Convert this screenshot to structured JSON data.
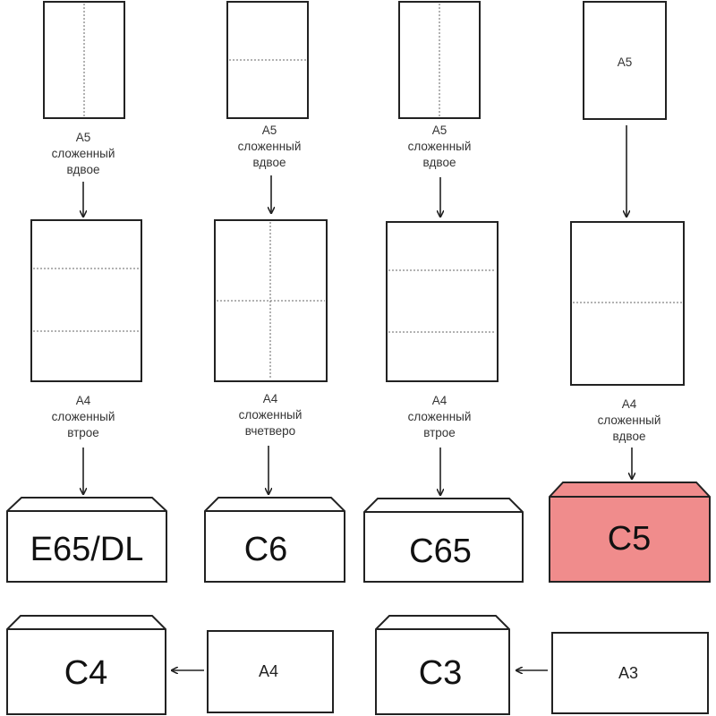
{
  "columns": [
    {
      "top_sheet": {
        "label": "",
        "caption": [
          "A5",
          "сложенный",
          "вдвое"
        ]
      },
      "mid_sheet": {
        "caption": [
          "A4",
          "сложенный",
          "втрое"
        ]
      },
      "envelope": {
        "label": "E65/DL",
        "color": "#ffffff"
      }
    },
    {
      "top_sheet": {
        "label": "",
        "caption": [
          "A5",
          "сложенный",
          "вдвое"
        ]
      },
      "mid_sheet": {
        "caption": [
          "A4",
          "сложенный",
          "вчетверо"
        ]
      },
      "envelope": {
        "label": "C6",
        "color": "#ffffff"
      }
    },
    {
      "top_sheet": {
        "label": "",
        "caption": [
          "A5",
          "сложенный",
          "вдвое"
        ]
      },
      "mid_sheet": {
        "caption": [
          "A4",
          "сложенный",
          "втрое"
        ]
      },
      "envelope": {
        "label": "C65",
        "color": "#ffffff"
      }
    },
    {
      "top_sheet": {
        "label": "A5",
        "caption": []
      },
      "mid_sheet": {
        "caption": [
          "A4",
          "сложенный",
          "вдвое"
        ]
      },
      "envelope": {
        "label": "C5",
        "color": "#f08c8c"
      }
    }
  ],
  "bottom_row": [
    {
      "envelope": {
        "label": "C4",
        "color": "#ffffff"
      },
      "sheet": {
        "label": "A4"
      }
    },
    {
      "envelope": {
        "label": "C3",
        "color": "#ffffff"
      },
      "sheet": {
        "label": "A3"
      }
    }
  ]
}
